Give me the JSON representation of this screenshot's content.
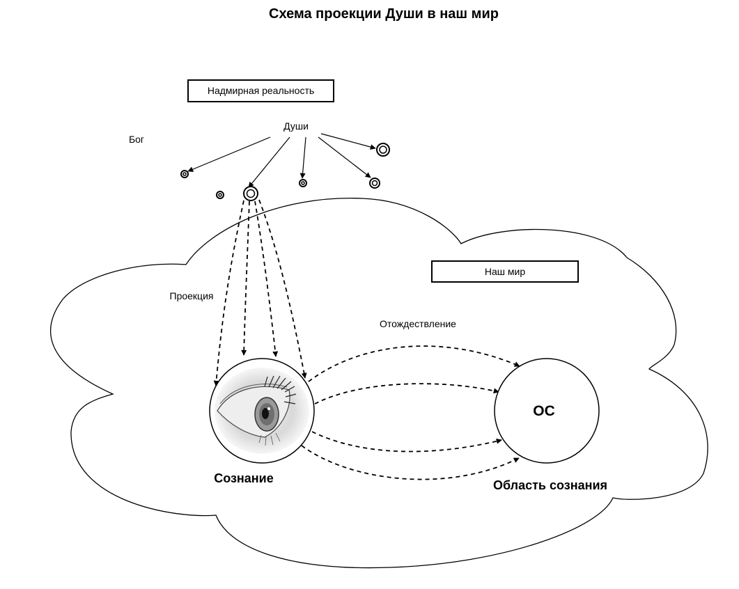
{
  "title": "Схема проекции Души в наш мир",
  "labels": {
    "supraworld": "Надмирная реальность",
    "souls": "Души",
    "god": "Бог",
    "our_world": "Наш мир",
    "projection": "Проекция",
    "identification": "Отождествление",
    "consciousness": "Сознание",
    "os": "ОС",
    "consciousness_area": "Область сознания"
  },
  "icons": {
    "soul": "double-ring-icon",
    "eye": "eye-icon"
  },
  "colors": {
    "stroke": "#000000",
    "background": "#ffffff"
  }
}
